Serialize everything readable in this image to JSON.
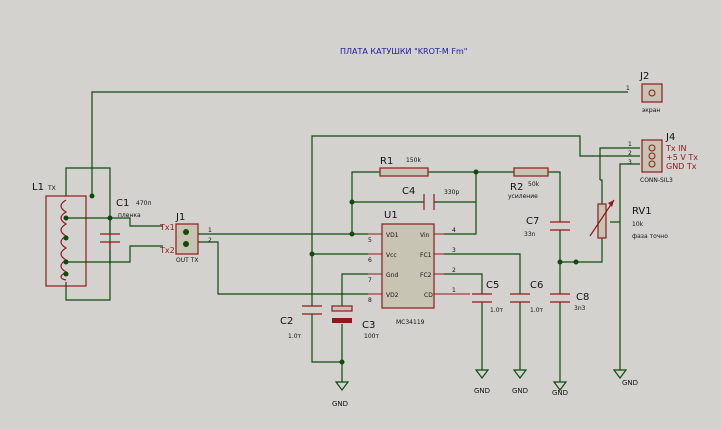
{
  "title": "ПЛАТА КАТУШКИ \"KROT-M Fm\"",
  "components": {
    "L1": {
      "ref": "L1",
      "sub": "TX"
    },
    "C1": {
      "ref": "C1",
      "value": "470п",
      "note": "пленка"
    },
    "J1": {
      "ref": "J1",
      "pin1": "1",
      "pin2": "2",
      "label": "OUT TX",
      "net1": "Tx1",
      "net2": "Tx2"
    },
    "J2": {
      "ref": "J2",
      "pin": "1",
      "label": "экран"
    },
    "J4": {
      "ref": "J4",
      "pin1": "1",
      "pin2": "2",
      "pin3": "3",
      "net1": "Tx IN",
      "net2": "+5 V Tx",
      "net3": "GND Tx",
      "label": "CONN-SIL3"
    },
    "R1": {
      "ref": "R1",
      "value": "150k"
    },
    "R2": {
      "ref": "R2",
      "value": "50k",
      "note": "усиление"
    },
    "C4": {
      "ref": "C4",
      "value": "330p"
    },
    "C7": {
      "ref": "C7",
      "value": "33n"
    },
    "RV1": {
      "ref": "RV1",
      "value": "10k",
      "note": "фаза точно"
    },
    "U1": {
      "ref": "U1",
      "part": "MC34119",
      "p5": "5",
      "p6": "6",
      "p7": "7",
      "p8": "8",
      "p4": "4",
      "p3": "3",
      "p2": "2",
      "p1": "1",
      "l5": "VD1",
      "l6": "Vcc",
      "l7": "Gnd",
      "l8": "VD2",
      "l4": "Vin",
      "l3": "FC1",
      "l2": "FC2",
      "l1": "CD"
    },
    "C2": {
      "ref": "C2",
      "value": "1.0т"
    },
    "C3": {
      "ref": "C3",
      "value": "100т"
    },
    "C5": {
      "ref": "C5",
      "value": "1.0т"
    },
    "C6": {
      "ref": "C6",
      "value": "1.0т"
    },
    "C8": {
      "ref": "C8",
      "value": "3n3"
    }
  },
  "gnd": {
    "label": "GND"
  }
}
